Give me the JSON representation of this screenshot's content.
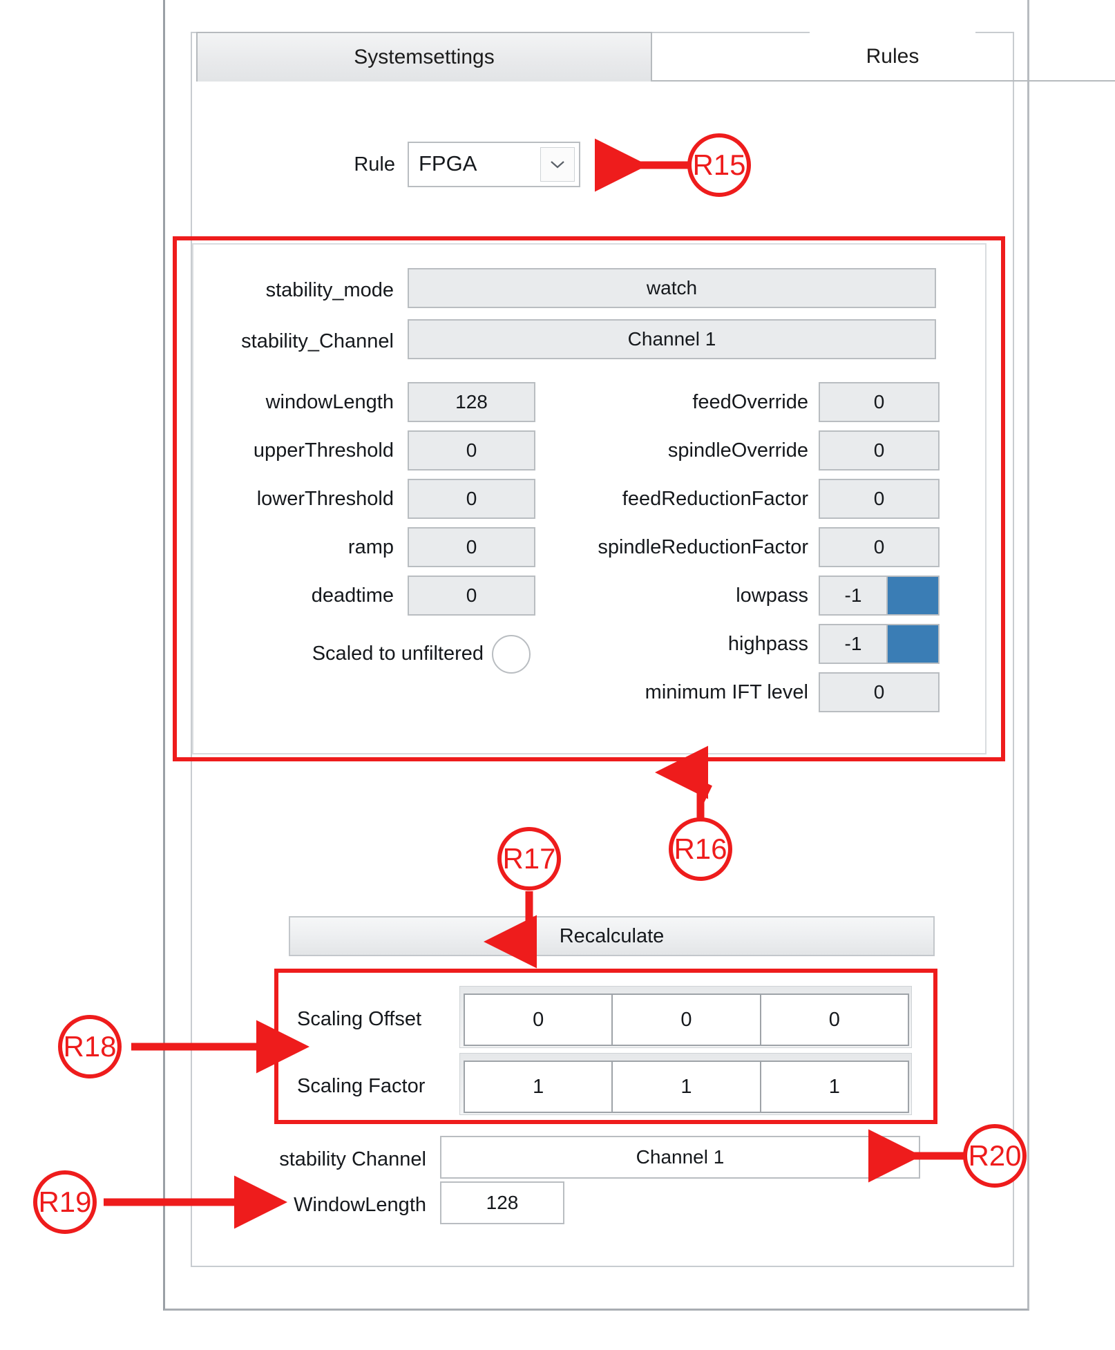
{
  "window": {
    "tabs": [
      {
        "label": "Systemsettings",
        "active": false
      },
      {
        "label": "Rules",
        "active": true
      }
    ]
  },
  "rule_select": {
    "label": "Rule",
    "value": "FPGA",
    "chevron_icon": "chevron-down-icon"
  },
  "rules_group": {
    "wide_fields": [
      {
        "label": "stability_mode",
        "value": "watch"
      },
      {
        "label": "stability_Channel",
        "value": "Channel 1"
      }
    ],
    "left_fields": [
      {
        "label": "windowLength",
        "value": "128"
      },
      {
        "label": "upperThreshold",
        "value": "0"
      },
      {
        "label": "lowerThreshold",
        "value": "0"
      },
      {
        "label": "ramp",
        "value": "0"
      },
      {
        "label": "deadtime",
        "value": "0"
      }
    ],
    "scaled_toggle": {
      "label": "Scaled to unfiltered",
      "checked": false
    },
    "right_fields": [
      {
        "label": "feedOverride",
        "value": "0",
        "swatch": false
      },
      {
        "label": "spindleOverride",
        "value": "0",
        "swatch": false
      },
      {
        "label": "feedReductionFactor",
        "value": "0",
        "swatch": false
      },
      {
        "label": "spindleReductionFactor",
        "value": "0",
        "swatch": false
      },
      {
        "label": "lowpass",
        "value": "-1",
        "swatch": true
      },
      {
        "label": "highpass",
        "value": "-1",
        "swatch": true
      },
      {
        "label": "minimum IFT level",
        "value": "0",
        "swatch": false
      }
    ]
  },
  "recalculate": {
    "label": "Recalculate"
  },
  "scaling": {
    "rows": [
      {
        "label": "Scaling Offset",
        "values": [
          "0",
          "0",
          "0"
        ]
      },
      {
        "label": "Scaling Factor",
        "values": [
          "1",
          "1",
          "1"
        ]
      }
    ]
  },
  "bottom": {
    "stability_channel": {
      "label": "stability Channel",
      "value": "Channel 1"
    },
    "window_length": {
      "label": "WindowLength",
      "value": "128"
    }
  },
  "annotations": [
    {
      "id": "R15",
      "label": "R15"
    },
    {
      "id": "R16",
      "label": "R16"
    },
    {
      "id": "R17",
      "label": "R17"
    },
    {
      "id": "R18",
      "label": "R18"
    },
    {
      "id": "R19",
      "label": "R19"
    },
    {
      "id": "R20",
      "label": "R20"
    }
  ],
  "colors": {
    "annotation_red": "#ee1c1c",
    "swatch_blue": "#3a7db5",
    "field_fill": "#e9ebed",
    "border_gray": "#b9bdc1"
  }
}
